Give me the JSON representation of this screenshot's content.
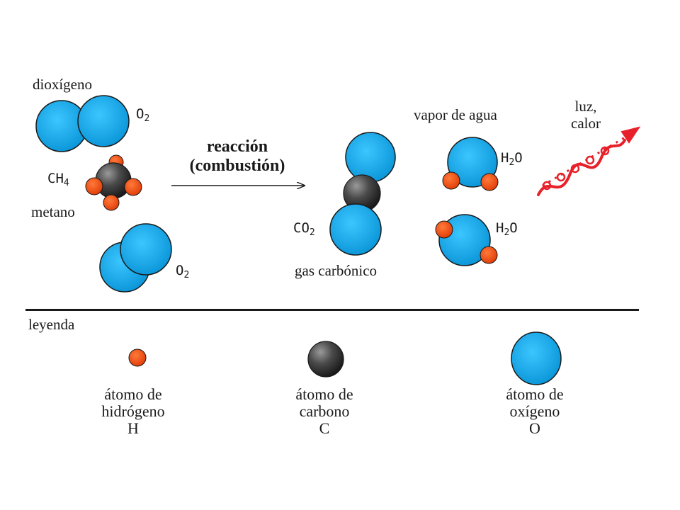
{
  "colors": {
    "oxygen": "#1aa7e8",
    "hydrogen": "#f04a10",
    "carbon": "#3a3a3a",
    "energy_arrow": "#e8202a",
    "text": "#1a1a1a"
  },
  "reactants": {
    "o2_top": {
      "name": "dioxígeno",
      "symbol": "O",
      "subscript": "2"
    },
    "ch4": {
      "name": "metano",
      "symbol": "CH",
      "subscript": "4"
    },
    "o2_bottom": {
      "symbol": "O",
      "subscript": "2"
    }
  },
  "reaction": {
    "line1": "reacción",
    "line2": "(combustión)"
  },
  "products": {
    "co2": {
      "symbol": "CO",
      "subscript": "2",
      "name": "gas carbónico"
    },
    "water_title": "vapor de agua",
    "h2o_top": {
      "symbol": "H",
      "subscript": "2",
      "tail": "O"
    },
    "h2o_bottom": {
      "symbol": "H",
      "subscript": "2",
      "tail": "O"
    },
    "energy": {
      "line1": "luz,",
      "line2": "calor"
    }
  },
  "legend": {
    "title": "leyenda",
    "items": [
      {
        "line1": "átomo de",
        "line2": "hidrógeno",
        "symbol": "H",
        "icon": "hydrogen-atom"
      },
      {
        "line1": "átomo de",
        "line2": "carbono",
        "symbol": "C",
        "icon": "carbon-atom"
      },
      {
        "line1": "átomo de",
        "line2": "oxígeno",
        "symbol": "O",
        "icon": "oxygen-atom"
      }
    ]
  }
}
